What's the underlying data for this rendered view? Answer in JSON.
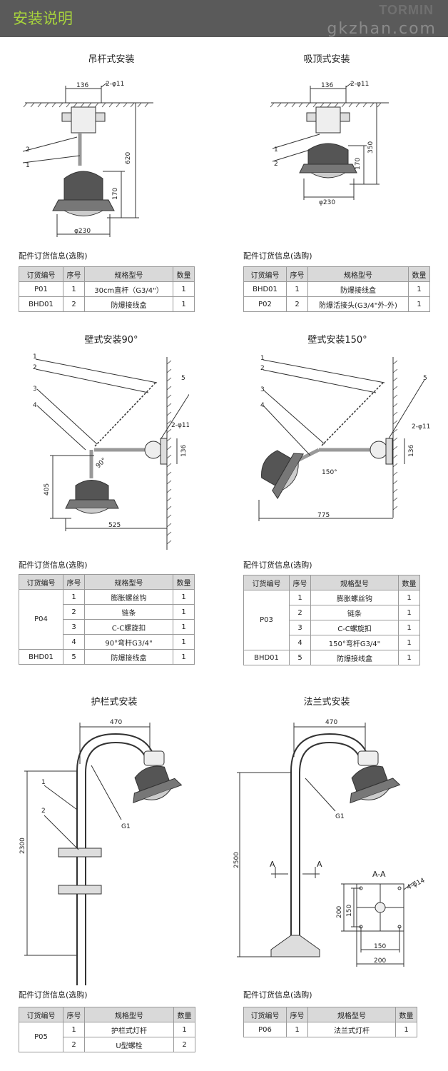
{
  "header": {
    "title": "安装说明",
    "watermark": "gkzhan.com",
    "watermark_brand": "TORMIN"
  },
  "accessory_heading": "配件订货信息(选购)",
  "columns": [
    "订货编号",
    "序号",
    "规格型号",
    "数量"
  ],
  "sections": [
    {
      "title": "吊杆式安装",
      "dims": {
        "w": "136",
        "holes": "2-φ11",
        "h": "620",
        "h2": "170",
        "d": "φ230",
        "l1": "1",
        "l2": "2"
      },
      "rows": [
        [
          "P01",
          "1",
          "30cm直杆（G3/4\"）",
          "1"
        ],
        [
          "BHD01",
          "2",
          "防爆接线盒",
          "1"
        ]
      ]
    },
    {
      "title": "吸顶式安装",
      "dims": {
        "w": "136",
        "holes": "2-φ11",
        "h": "350",
        "h2": "170",
        "d": "φ230",
        "l1": "1",
        "l2": "2"
      },
      "rows": [
        [
          "BHD01",
          "1",
          "防爆接线盒",
          "1"
        ],
        [
          "P02",
          "2",
          "防爆活接头(G3/4\"外-外)",
          "1"
        ]
      ]
    },
    {
      "title": "壁式安装90°",
      "dims": {
        "holes": "2-φ11",
        "h": "136",
        "v": "405",
        "w": "525",
        "ang": "90°",
        "l1": "1",
        "l2": "2",
        "l3": "3",
        "l4": "4",
        "l5": "5"
      },
      "group": "P04",
      "rows": [
        [
          "1",
          "膨胀螺丝钩",
          "1"
        ],
        [
          "2",
          "链条",
          "1"
        ],
        [
          "3",
          "C-C螺旋扣",
          "1"
        ],
        [
          "4",
          "90°弯杆G3/4\"",
          "1"
        ]
      ],
      "last": [
        "BHD01",
        "5",
        "防爆接线盒",
        "1"
      ]
    },
    {
      "title": "壁式安装150°",
      "dims": {
        "holes": "2-φ11",
        "h": "136",
        "w": "775",
        "ang": "150°",
        "l1": "1",
        "l2": "2",
        "l3": "3",
        "l4": "4",
        "l5": "5"
      },
      "group": "P03",
      "rows": [
        [
          "1",
          "膨胀螺丝钩",
          "1"
        ],
        [
          "2",
          "链条",
          "1"
        ],
        [
          "3",
          "C-C螺旋扣",
          "1"
        ],
        [
          "4",
          "150°弯杆G3/4\"",
          "1"
        ]
      ],
      "last": [
        "BHD01",
        "5",
        "防爆接线盒",
        "1"
      ]
    },
    {
      "title": "护栏式安装",
      "dims": {
        "w": "470",
        "h": "2300",
        "g": "G1",
        "l1": "1",
        "l2": "2"
      },
      "group": "P05",
      "rows": [
        [
          "1",
          "护栏式灯杆",
          "1"
        ],
        [
          "2",
          "U型螺栓",
          "2"
        ]
      ]
    },
    {
      "title": "法兰式安装",
      "dims": {
        "w": "470",
        "h": "2500",
        "g": "G1",
        "a": "A",
        "aa": "A-A",
        "holes": "4-φ14",
        "s200": "200",
        "s150": "150",
        "b150": "150",
        "b200": "200"
      },
      "rows": [
        [
          "P06",
          "1",
          "法兰式灯杆",
          "1"
        ]
      ]
    }
  ]
}
